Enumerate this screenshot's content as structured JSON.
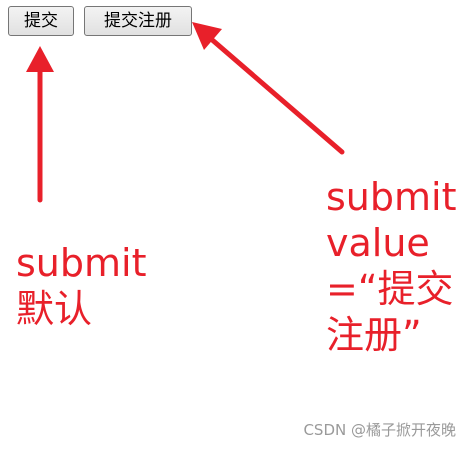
{
  "buttons": {
    "submit_label": "提交",
    "submit_register_label": "提交注册"
  },
  "annotations": {
    "left": {
      "line1": "submit",
      "line2": "默认"
    },
    "right": {
      "line1": "submit",
      "line2": "value",
      "line3": "=“提交",
      "line4": "注册”"
    }
  },
  "watermark": "CSDN @橘子掀开夜晚",
  "colors": {
    "annotation_red": "#e8202a",
    "watermark_gray": "#9a9a9a"
  }
}
